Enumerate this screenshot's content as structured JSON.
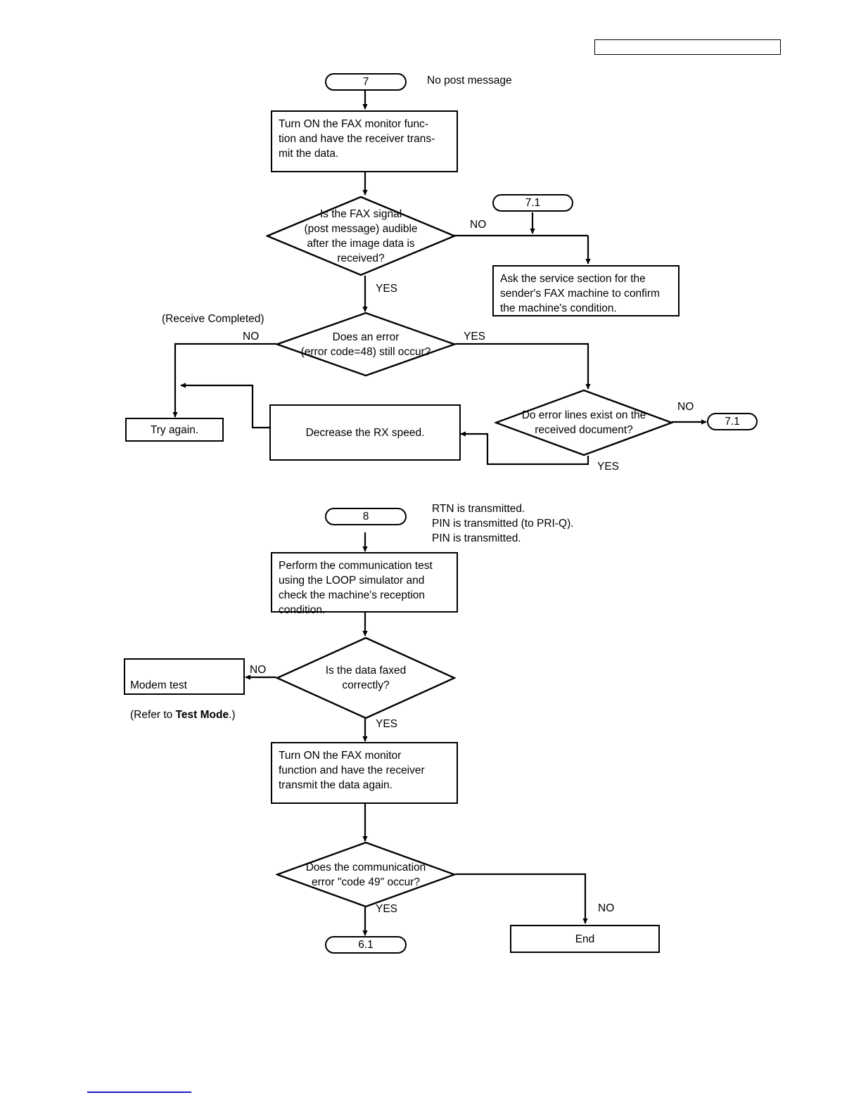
{
  "page": {
    "header_box": {
      "label": ""
    },
    "footer_rule": {
      "color": "#1b1bbd"
    }
  },
  "chart_data": {
    "type": "diagram",
    "title": "FAX error troubleshooting flowchart",
    "diagrams": [
      {
        "id": "flow-7",
        "entry": "7",
        "entry_note": "No post message",
        "nodes": [
          {
            "id": "n1",
            "kind": "terminator",
            "text": "7"
          },
          {
            "id": "n2",
            "kind": "process",
            "text": "Turn ON the FAX monitor func-\ntion and have the receiver trans-\nmit the data."
          },
          {
            "id": "n3",
            "kind": "decision",
            "text": "Is the FAX signal\n(post message) audible\nafter the image data is\nreceived?"
          },
          {
            "id": "n4",
            "kind": "terminator",
            "text": "7.1"
          },
          {
            "id": "n5",
            "kind": "process",
            "text": "Ask the service section for the\nsender's FAX machine to confirm\nthe machine's condition."
          },
          {
            "id": "n6",
            "kind": "decision",
            "text": "Does an error\n(error code=48) still occur?"
          },
          {
            "id": "n7",
            "kind": "process",
            "text": "Try again."
          },
          {
            "id": "n8",
            "kind": "process",
            "text": "Decrease the RX speed."
          },
          {
            "id": "n9",
            "kind": "decision",
            "text": "Do error lines exist on the\nreceived document?"
          },
          {
            "id": "n10",
            "kind": "terminator",
            "text": "7.1"
          }
        ],
        "edge_labels": [
          {
            "id": "e1",
            "text": "NO"
          },
          {
            "id": "e2",
            "text": "YES"
          },
          {
            "id": "e3",
            "text": "NO"
          },
          {
            "id": "e4",
            "text": "YES"
          },
          {
            "id": "e5",
            "text": "NO"
          },
          {
            "id": "e6",
            "text": "YES"
          },
          {
            "id": "e7",
            "text": "(Receive Completed)"
          }
        ]
      },
      {
        "id": "flow-8",
        "entry": "8",
        "entry_note": "RTN is transmitted.\nPIN is transmitted (to PRI-Q).\nPIN is transmitted.",
        "nodes": [
          {
            "id": "m1",
            "kind": "terminator",
            "text": "8"
          },
          {
            "id": "m2",
            "kind": "process",
            "text": "Perform the communication test\nusing the LOOP simulator and\ncheck the machine's reception\ncondition."
          },
          {
            "id": "m3",
            "kind": "decision",
            "text": "Is the data faxed\ncorrectly?"
          },
          {
            "id": "m4",
            "kind": "process",
            "text": "Modem test\n(Refer to Test Mode.)"
          },
          {
            "id": "m5",
            "kind": "process",
            "text": "Turn ON the FAX monitor\nfunction and have the receiver\ntransmit the data again."
          },
          {
            "id": "m6",
            "kind": "decision",
            "text": "Does the communication\nerror \"code 49\" occur?"
          },
          {
            "id": "m7",
            "kind": "terminator",
            "text": "6.1"
          },
          {
            "id": "m8",
            "kind": "process",
            "text": "End"
          }
        ],
        "edge_labels": [
          {
            "id": "f1",
            "text": "NO"
          },
          {
            "id": "f2",
            "text": "YES"
          },
          {
            "id": "f3",
            "text": "YES"
          },
          {
            "id": "f4",
            "text": "NO"
          }
        ]
      }
    ]
  },
  "flow7": {
    "pill_7": "7",
    "note_no_post": "No post message",
    "box_turn_on": "Turn ON the FAX monitor func-\ntion and have the receiver trans-\nmit the data.",
    "dec_signal": "Is the FAX signal\n(post message) audible\nafter the image data is\nreceived?",
    "lbl_signal_no": "NO",
    "lbl_signal_yes": "YES",
    "pill_71_top": "7.1",
    "box_ask_service": "Ask the service section for the\nsender's FAX machine to confirm\nthe machine's condition.",
    "dec_error48": "Does an error\n(error code=48) still occur?",
    "lbl_err_no": "NO",
    "lbl_err_yes": "YES",
    "lbl_receive_completed": "(Receive Completed)",
    "box_try_again": "Try again.",
    "box_decrease": "Decrease the RX speed.",
    "dec_error_lines": "Do error lines exist on the\nreceived document?",
    "lbl_lines_no": "NO",
    "lbl_lines_yes": "YES",
    "pill_71_right": "7.1"
  },
  "flow8": {
    "pill_8": "8",
    "note_rtn": "RTN is transmitted.\nPIN is transmitted (to PRI-Q).\nPIN is transmitted.",
    "box_perform": "Perform the communication test\nusing the LOOP simulator and\ncheck the machine's reception\ncondition.",
    "dec_faxed": "Is the data faxed\ncorrectly?",
    "lbl_faxed_no": "NO",
    "lbl_faxed_yes": "YES",
    "box_modem_line1": "Modem test",
    "box_modem_line2_a": "(Refer to ",
    "box_modem_line2_b": "Test Mode",
    "box_modem_line2_c": ".)",
    "box_turn_on_again": "Turn ON the FAX monitor\nfunction and have the receiver\ntransmit the data again.",
    "dec_code49": "Does the communication\nerror \"code 49\" occur?",
    "lbl_49_yes": "YES",
    "lbl_49_no": "NO",
    "pill_61": "6.1",
    "box_end": "End"
  }
}
